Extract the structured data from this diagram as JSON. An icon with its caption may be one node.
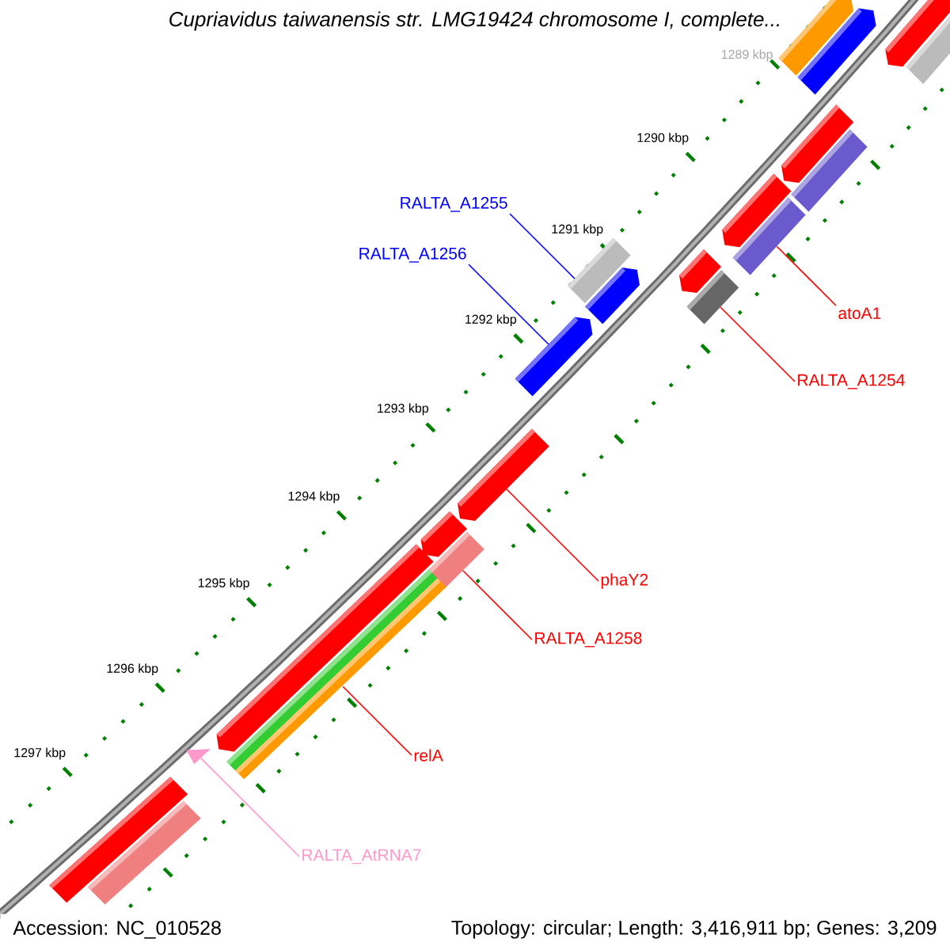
{
  "diagram": {
    "title": "Cupriavidus taiwanensis str. LMG19424 chromosome I, complete...",
    "nodes": [
      {
        "text": [
          "RALTA_A1255"
        ]
      },
      {
        "text": [
          "RALTA_A1256"
        ]
      },
      {
        "text": [
          "atoA1"
        ]
      },
      {
        "text": [
          "RALTA_A1254"
        ]
      },
      {
        "text": [
          "phaY2"
        ]
      },
      {
        "text": [
          "RALTA_A1258"
        ]
      },
      {
        "text": [
          "relA"
        ]
      },
      {
        "text": [
          "RALTA_AtRNA7"
        ]
      },
      {
        "text": [],
        "shape": "bar"
      },
      {
        "text": [],
        "shape": "bar"
      },
      {
        "text": [],
        "shape": "bar"
      },
      {
        "text": [],
        "shape": "bar"
      },
      {
        "text": [],
        "shape": "bar"
      },
      {
        "text": [],
        "shape": "bar"
      },
      {
        "text": [],
        "shape": "bar"
      },
      {
        "text": [],
        "shape": "bar"
      },
      {
        "text": [],
        "shape": "bar"
      },
      {
        "text": [],
        "shape": "bar"
      },
      {
        "text": [],
        "shape": "bar"
      },
      {
        "text": [],
        "shape": "bar"
      },
      {
        "text": [],
        "shape": "bar"
      },
      {
        "text": [],
        "shape": "bar"
      },
      {
        "text": [],
        "shape": "bar"
      },
      {
        "text": [],
        "shape": "bar"
      },
      {
        "text": [],
        "shape": "bar"
      },
      {
        "text": [],
        "shape": "bar"
      },
      {
        "text": [],
        "shape": "bar"
      },
      {
        "text": [],
        "shape": "triangle"
      },
      {
        "text": [],
        "shape": "bar"
      },
      {
        "text": [],
        "shape": "bar"
      }
    ],
    "edges": [
      {
        "from": 0,
        "to": 18,
        "arrow": "none",
        "color": "#0000ff"
      },
      {
        "from": 1,
        "to": 20,
        "arrow": "none",
        "color": "#0000ff"
      },
      {
        "from": 2,
        "to": 15,
        "arrow": "none"
      },
      {
        "from": 3,
        "to": 17,
        "arrow": "none"
      },
      {
        "from": 4,
        "to": 21,
        "arrow": "none"
      },
      {
        "from": 5,
        "to": 23,
        "arrow": "none"
      },
      {
        "from": 6,
        "to": 26,
        "arrow": "none"
      },
      {
        "from": 7,
        "to": 27,
        "arrow": "none",
        "color": "#ff99cc"
      }
    ],
    "labels": [
      "1289 kbp",
      "1290 kbp",
      "1291 kbp",
      "1292 kbp",
      "1293 kbp",
      "1294 kbp",
      "1295 kbp",
      "1296 kbp",
      "1297 kbp",
      "Accession: NC_010528",
      "Topology: circular; Length: 3,416,911 bp; Genes: 3,209"
    ]
  }
}
